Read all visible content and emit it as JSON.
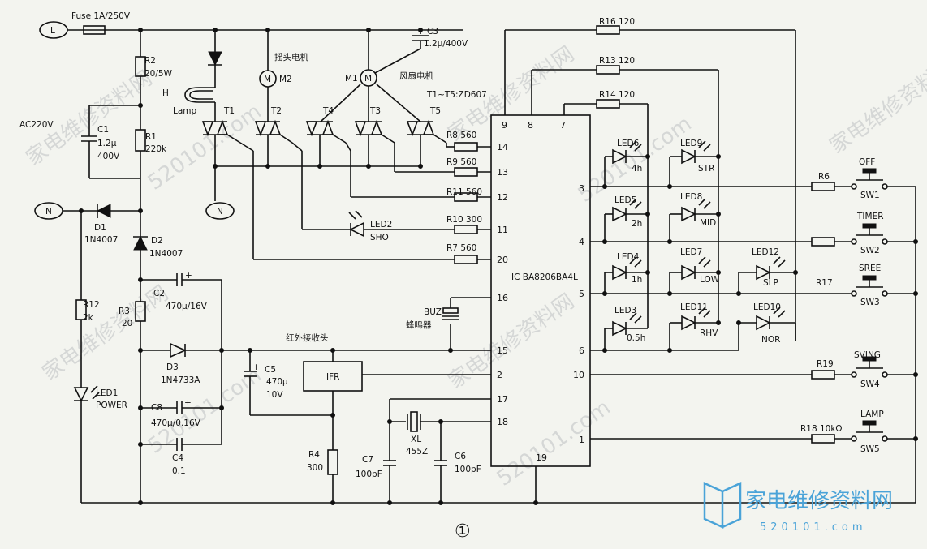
{
  "fuse": "Fuse 1A/250V",
  "terminals": {
    "L": "L",
    "N": "N",
    "N2": "N"
  },
  "ac_label": "AC220V",
  "resistors": {
    "R1": "R1",
    "R1_val": "220k",
    "R2": "R2",
    "R2_val": "20/5W",
    "R3": "R3",
    "R3_val": "20",
    "R4": "R4",
    "R4_val": "300",
    "R12": "R12",
    "R12_val": "2k",
    "R6": "R6",
    "R17": "R17",
    "R19": "R19",
    "R18": "R18 10kΩ",
    "R16": "R16 120",
    "R13": "R13 120",
    "R14": "R14 120",
    "R8": "R8 560",
    "R9": "R9 560",
    "R11": "R11 560",
    "R10": "R10 300",
    "R7": "R7 560"
  },
  "capacitors": {
    "C1": "C1",
    "C1_val1": "1.2μ",
    "C1_val2": "400V",
    "C2": "C2",
    "C2_val": "470μ/16V",
    "C3": "C3",
    "C3_val": "1.2μ/400V",
    "C4": "C4",
    "C4_val": "0.1",
    "C5": "C5",
    "C5_val1": "470μ",
    "C5_val2": "10V",
    "C6": "C6",
    "C6_val": "100pF",
    "C7": "C7",
    "C7_val": "100pF",
    "C8": "C8",
    "C8_val": "470μ/0.16V"
  },
  "diodes": {
    "D1": "D1",
    "D1_val": "1N4007",
    "D2": "D2",
    "D2_val": "1N4007",
    "D3": "D3",
    "D3_val": "1N4733A"
  },
  "lamp": {
    "H": "H",
    "label": "Lamp"
  },
  "motors": {
    "M1": "M1",
    "M2": "M2",
    "M1_cn": "风扇电机",
    "M2_cn": "摇头电机"
  },
  "triacs": {
    "T1": "T1",
    "T2": "T2",
    "T3": "T3",
    "T4": "T4",
    "T5": "T5",
    "note": "T1~T5:ZD607"
  },
  "leds": {
    "LED1": "LED1",
    "LED1_tag": "POWER",
    "LED2": "LED2",
    "LED2_tag": "SHO",
    "LED3": "LED3",
    "LED3_tag": "0.5h",
    "LED4": "LED4",
    "LED4_tag": "1h",
    "LED5": "LED5",
    "LED5_tag": "2h",
    "LED6": "LED6",
    "LED6_tag": "4h",
    "LED7": "LED7",
    "LED7_tag": "LOW",
    "LED8": "LED8",
    "LED8_tag": "MID",
    "LED9": "LED9",
    "LED9_tag": "STR",
    "LED10": "LED10",
    "LED10_tag": "NOR",
    "LED11": "LED11",
    "LED11_tag": "RHV",
    "LED12": "LED12",
    "LED12_tag": "SLP"
  },
  "buzzer": {
    "name": "BUZ",
    "cn": "蜂鸣器"
  },
  "ir": {
    "cn": "红外接收头",
    "name": "IFR"
  },
  "crystal": {
    "name": "XL",
    "val": "455Z"
  },
  "ic": {
    "label": "IC BA8206BA4L",
    "pins": {
      "p9": "9",
      "p8": "8",
      "p7": "7",
      "p14": "14",
      "p13": "13",
      "p12": "12",
      "p11": "11",
      "p20": "20",
      "p16": "16",
      "p15": "15",
      "p2": "2",
      "p17": "17",
      "p18": "18",
      "p19": "19",
      "p3": "3",
      "p4": "4",
      "p5": "5",
      "p6": "6",
      "p10": "10",
      "p1": "1"
    }
  },
  "switches": {
    "SW1": "SW1",
    "SW1_tag": "OFF",
    "SW2": "SW2",
    "SW2_tag": "TIMER",
    "SW3": "SW3",
    "SW3_tag": "SREE",
    "SW4": "SW4",
    "SW4_tag": "SVING",
    "SW5": "SW5",
    "SW5_tag": "LAMP"
  },
  "figure_number": "①",
  "brand": {
    "cn": "家电维修资料网",
    "url": "520101.com"
  },
  "watermarks": {
    "w1": "家电维修资料网",
    "w2": "520101.com"
  },
  "colors": {
    "ink": "#111111",
    "paper": "#f3f4ef",
    "brand": "#4aa3d8"
  }
}
